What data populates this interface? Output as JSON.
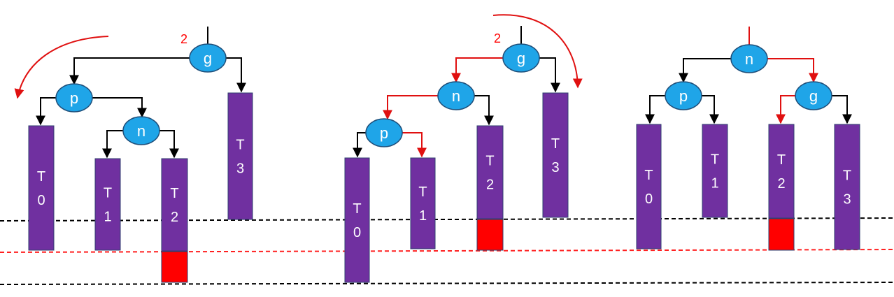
{
  "colors": {
    "node_fill": "#1fa5e8",
    "node_stroke": "#1f4e79",
    "subtree_fill": "#7030a0",
    "subtree_stroke": "#2f3f6f",
    "highlight": "#ff0000",
    "edge": "#000000",
    "red_edge": "#e01010",
    "guide_black": "#000000",
    "guide_red": "#ff2020"
  },
  "panels": [
    {
      "id": "before",
      "balance_label": "2",
      "nodes": [
        {
          "key": "g",
          "label": "g"
        },
        {
          "key": "p",
          "label": "p"
        },
        {
          "key": "n",
          "label": "n"
        }
      ],
      "subtrees": [
        {
          "key": "T0",
          "chars": [
            "T",
            "0"
          ]
        },
        {
          "key": "T1",
          "chars": [
            "T",
            "1"
          ]
        },
        {
          "key": "T2",
          "chars": [
            "T",
            "2"
          ]
        },
        {
          "key": "T3",
          "chars": [
            "T",
            "3"
          ]
        }
      ]
    },
    {
      "id": "after-first-rotation",
      "balance_label": "2",
      "nodes": [
        {
          "key": "g",
          "label": "g"
        },
        {
          "key": "n",
          "label": "n"
        },
        {
          "key": "p",
          "label": "p"
        }
      ],
      "subtrees": [
        {
          "key": "T0",
          "chars": [
            "T",
            "0"
          ]
        },
        {
          "key": "T1",
          "chars": [
            "T",
            "1"
          ]
        },
        {
          "key": "T2",
          "chars": [
            "T",
            "2"
          ]
        },
        {
          "key": "T3",
          "chars": [
            "T",
            "3"
          ]
        }
      ]
    },
    {
      "id": "after-second-rotation",
      "balance_label": "",
      "nodes": [
        {
          "key": "n",
          "label": "n"
        },
        {
          "key": "p",
          "label": "p"
        },
        {
          "key": "g",
          "label": "g"
        }
      ],
      "subtrees": [
        {
          "key": "T0",
          "chars": [
            "T",
            "0"
          ]
        },
        {
          "key": "T1",
          "chars": [
            "T",
            "1"
          ]
        },
        {
          "key": "T2",
          "chars": [
            "T",
            "2"
          ]
        },
        {
          "key": "T3",
          "chars": [
            "T",
            "3"
          ]
        }
      ]
    }
  ]
}
